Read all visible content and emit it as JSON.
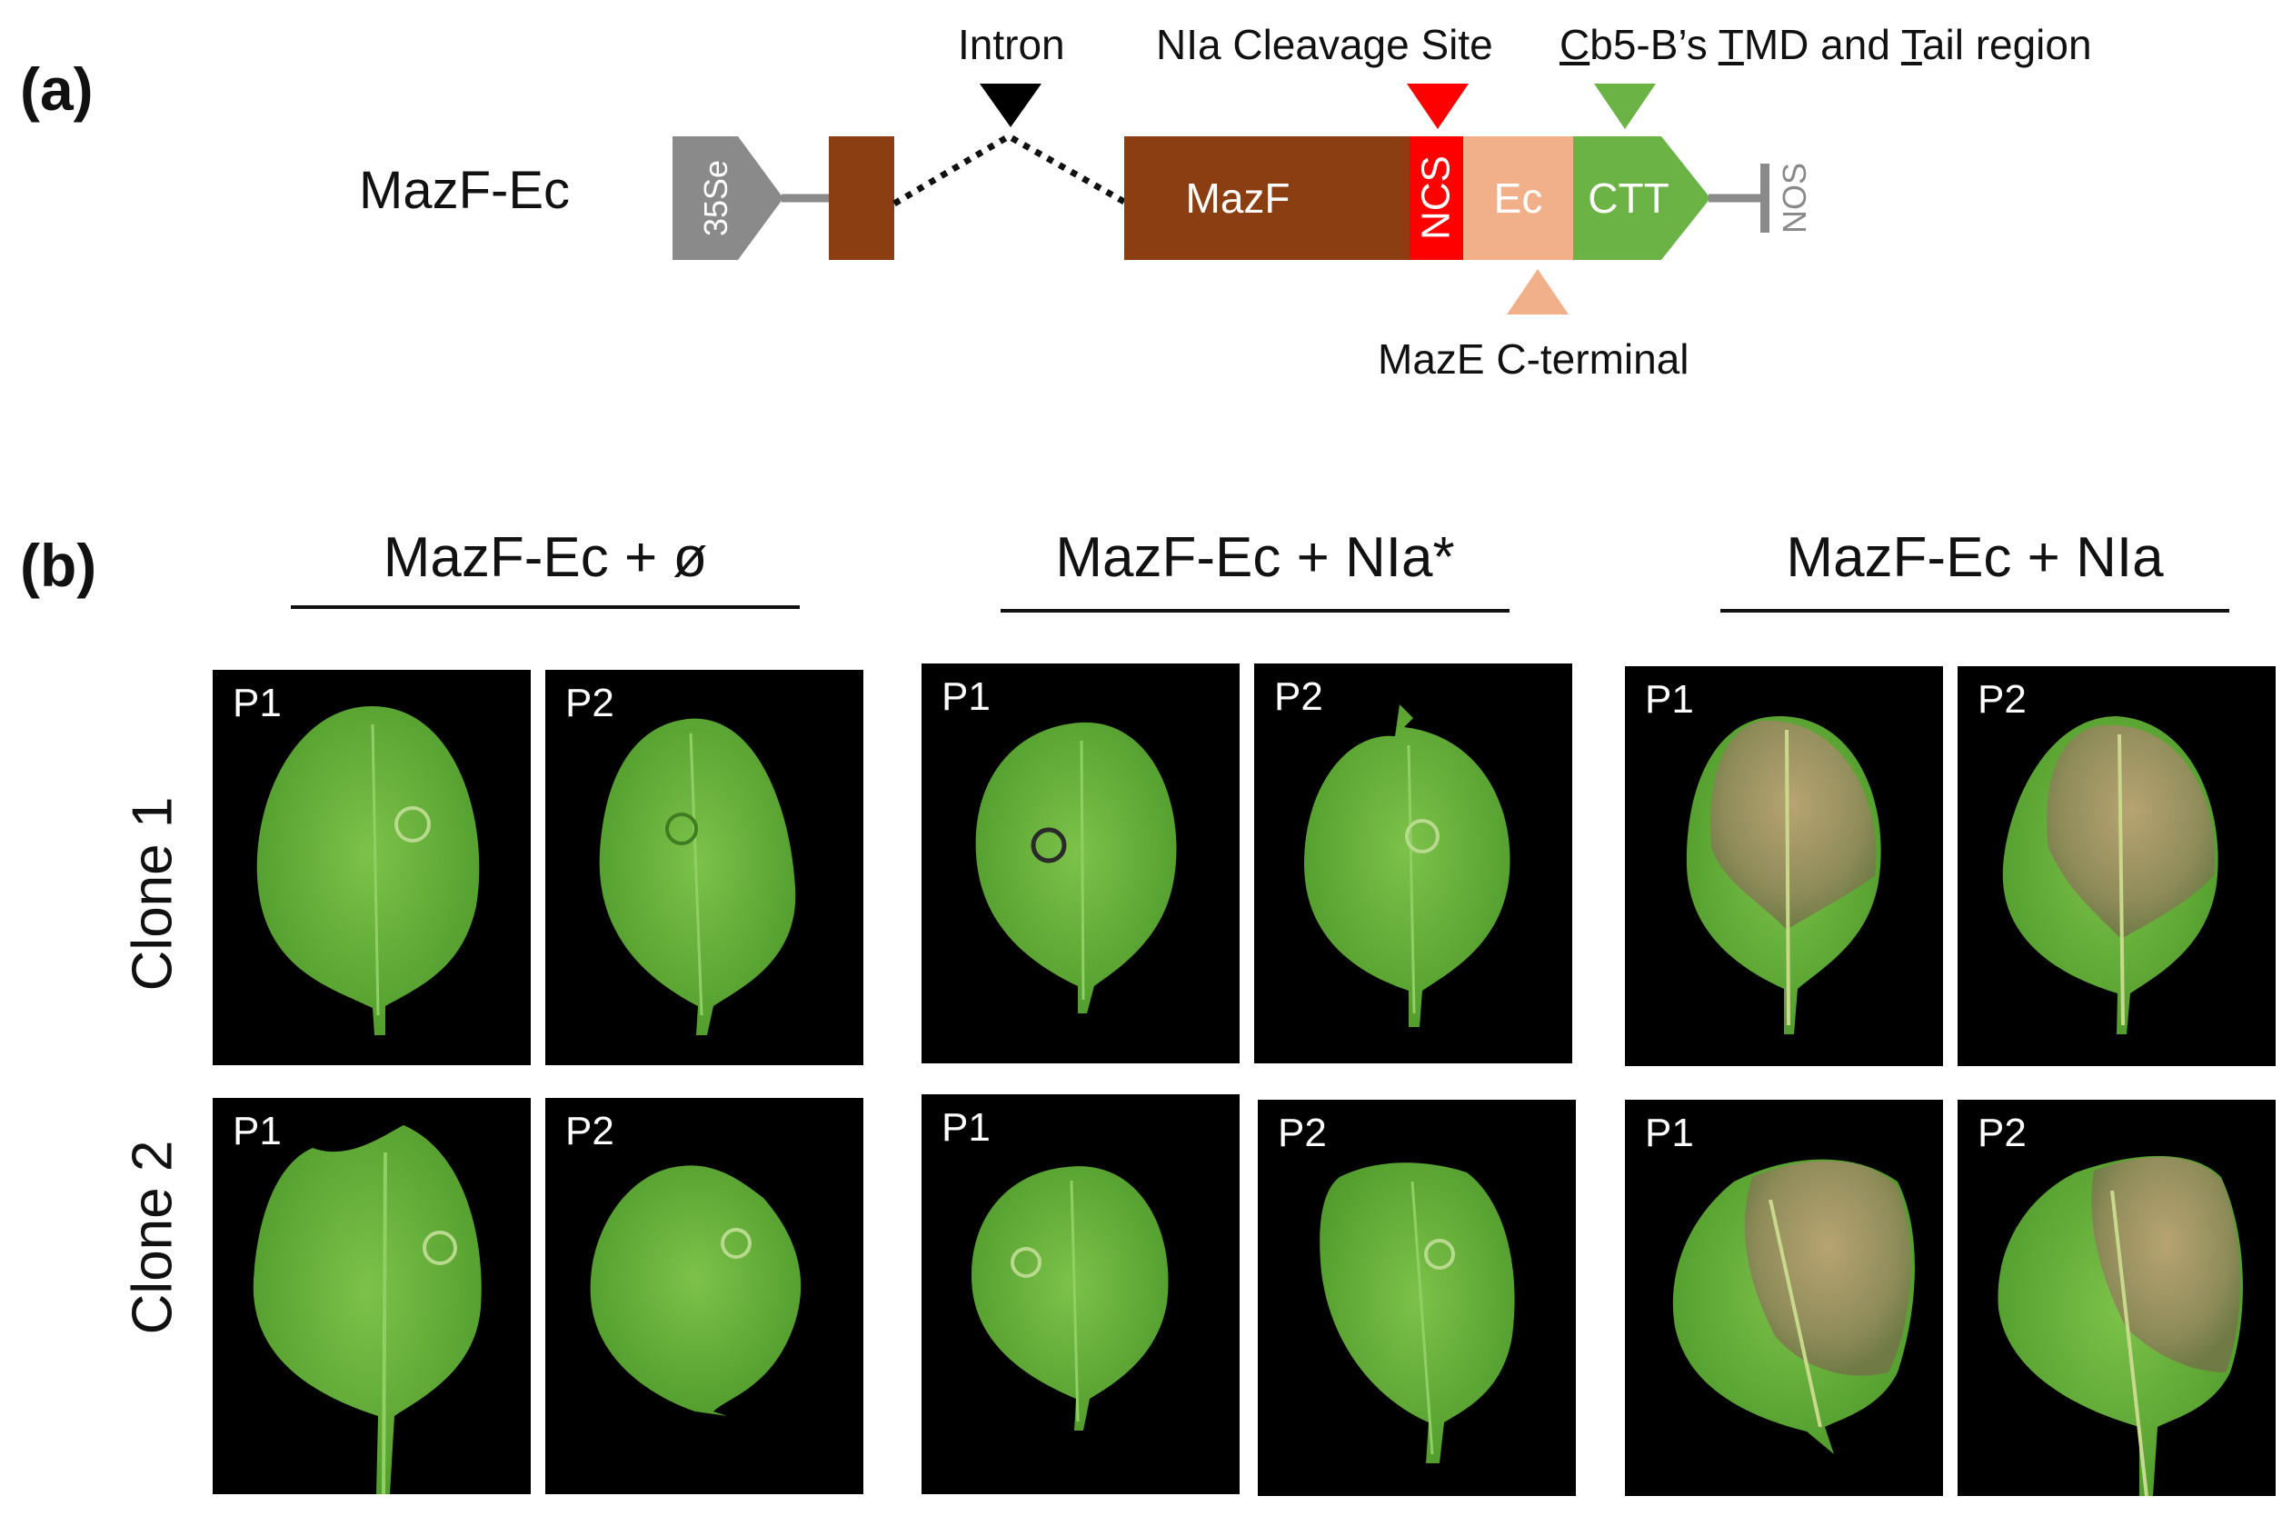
{
  "panel_a": {
    "label": "(a)",
    "construct_name": "MazF-Ec",
    "promoter": "35Se",
    "intron_label": "Intron",
    "nla_site_label": "NIa Cleavage Site",
    "cb5_label_parts": [
      "C",
      "b5-B’s ",
      "T",
      "MD and ",
      "T",
      "ail region"
    ],
    "mazf_label": "MazF",
    "ncs_label": "NCS",
    "ec_label": "Ec",
    "ctt_label": "CTT",
    "terminator": "NOS",
    "maze_label": "MazE C-terminal",
    "colors": {
      "promoter": "#8a8a8a",
      "exon": "#8b3e12",
      "ncs": "#ff0000",
      "ec": "#f2b08a",
      "ctt": "#6ab344",
      "marker_intron": "#000000"
    }
  },
  "panel_b": {
    "label": "(b)",
    "groups": [
      "MazF-Ec + ø",
      "MazF-Ec + NIa*",
      "MazF-Ec + NIa"
    ],
    "rows": [
      "Clone 1",
      "Clone 2"
    ],
    "plant_labels": [
      "P1",
      "P2"
    ]
  }
}
